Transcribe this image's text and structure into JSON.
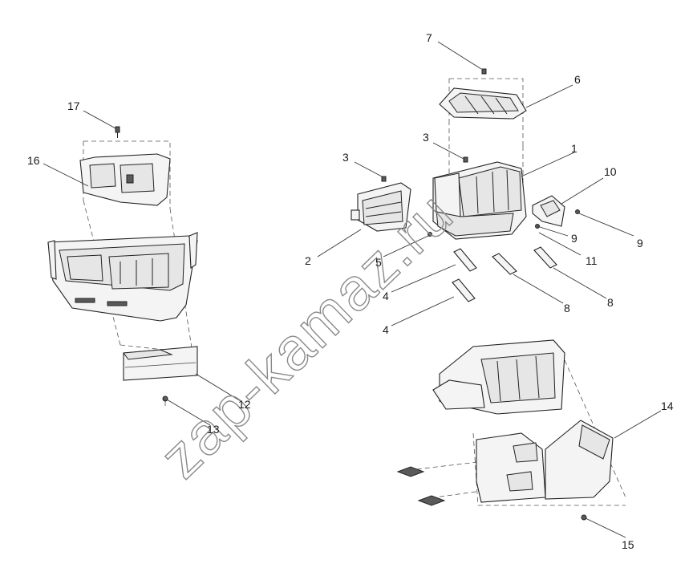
{
  "callouts": [
    "1",
    "2",
    "3",
    "3",
    "4",
    "4",
    "5",
    "6",
    "7",
    "8",
    "8",
    "9",
    "9",
    "10",
    "11",
    "12",
    "13",
    "14",
    "15",
    "16",
    "17"
  ],
  "watermark": "zap-kamaz.ru"
}
